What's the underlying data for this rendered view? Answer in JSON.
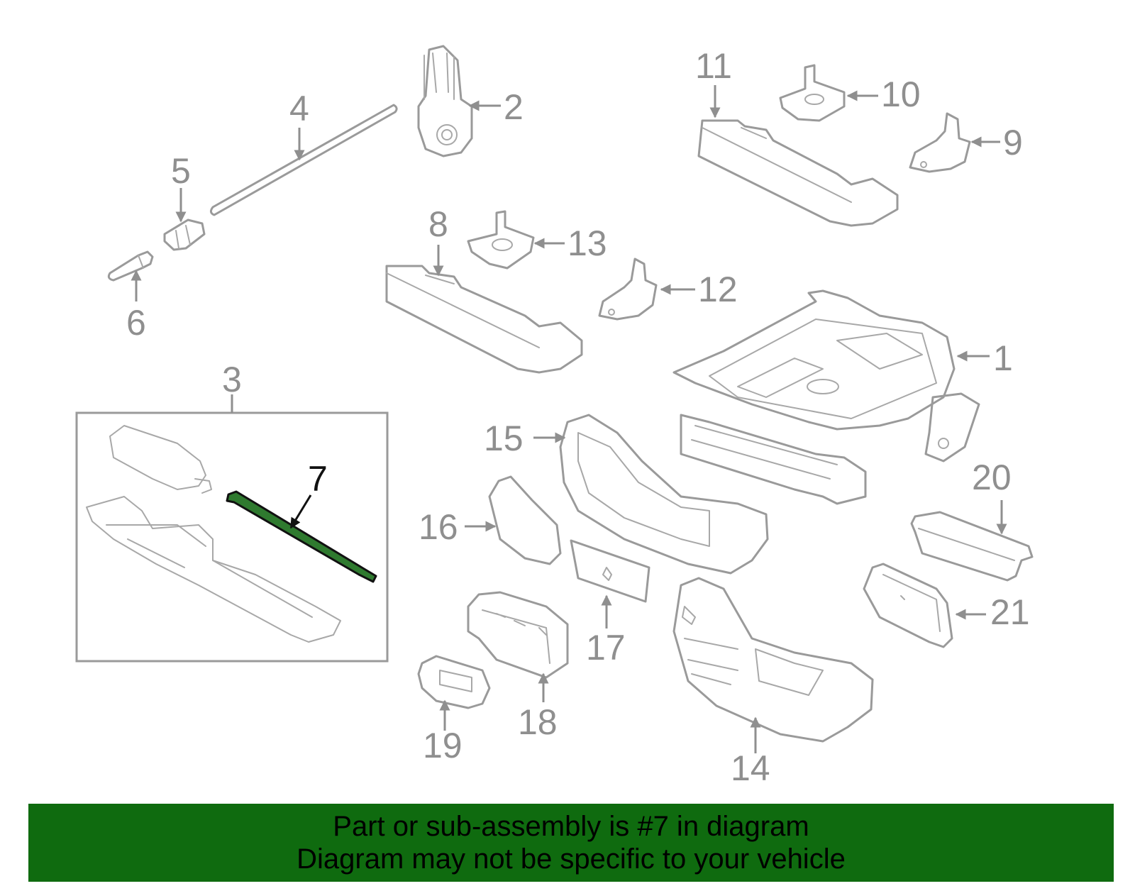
{
  "callouts": [
    "1",
    "2",
    "3",
    "4",
    "5",
    "6",
    "7",
    "8",
    "9",
    "10",
    "11",
    "12",
    "13",
    "14",
    "15",
    "16",
    "17",
    "18",
    "19",
    "20",
    "21"
  ],
  "highlight": {
    "callout": "7",
    "color": "#2f7a2f"
  },
  "colors": {
    "parts": "#9a9a9a",
    "banner": "#0f6b0f",
    "text": "#000000"
  },
  "banner": {
    "line1": "Part or sub-assembly is #7 in diagram",
    "line2": "Diagram may not be specific to your vehicle"
  }
}
